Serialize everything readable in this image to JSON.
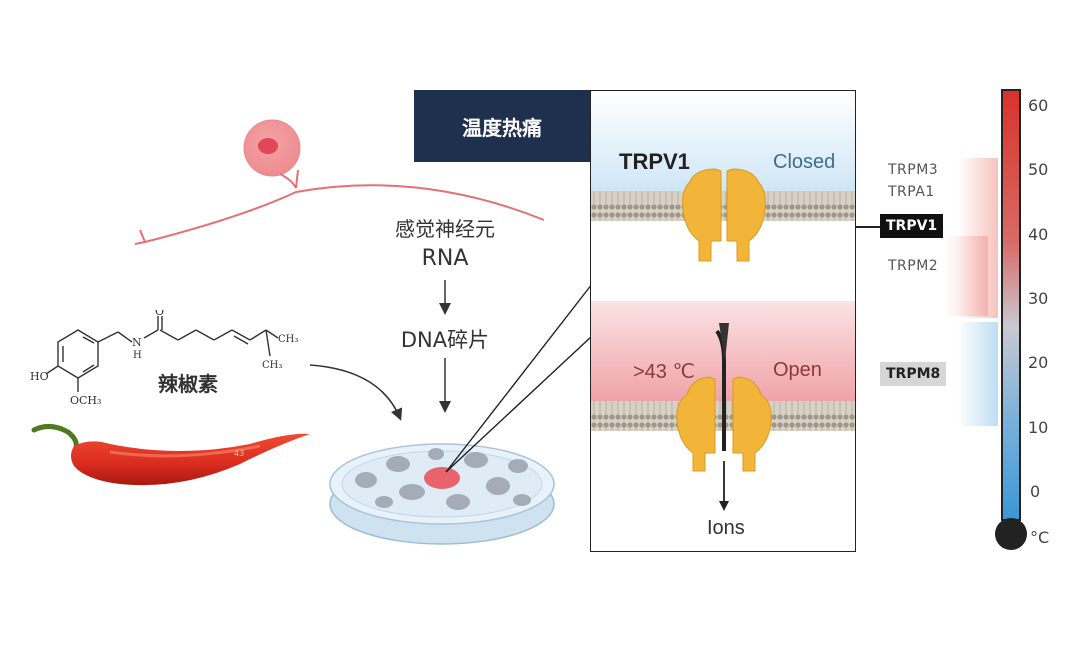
{
  "header": {
    "title": "温度热痛"
  },
  "labels": {
    "neuron": "感觉神经元",
    "rna": "RNA",
    "dna": "DNA碎片",
    "capsaicin": "辣椒素",
    "pepper_mark": "43"
  },
  "molecule": {
    "ho": "HO",
    "och3": "OCH₃",
    "n": "N",
    "h": "H",
    "o": "O",
    "ch3_top": "CH₃",
    "ch3_bot": "CH₃"
  },
  "channel_panel": {
    "closed_name": "TRPV1",
    "closed_state": "Closed",
    "open_temp": ">43 ℃",
    "open_state": "Open",
    "ions": "Ions"
  },
  "receptors": {
    "trpm3": "TRPM3",
    "trpa1": "TRPA1",
    "trpv1": "TRPV1",
    "trpm2": "TRPM2",
    "trpm8": "TRPM8"
  },
  "thermometer": {
    "ticks": [
      "60",
      "50",
      "40",
      "30",
      "20",
      "10",
      "0"
    ],
    "unit": "°C",
    "colors": {
      "hot": "#d9322b",
      "mid": "#c9c9d0",
      "cold": "#3a97d8"
    }
  }
}
